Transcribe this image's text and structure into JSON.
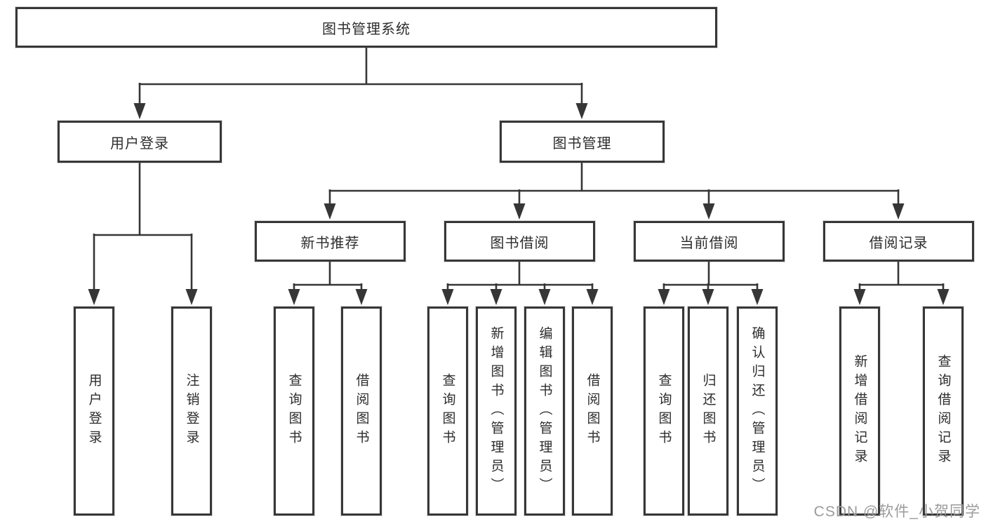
{
  "diagram": {
    "root": {
      "label": "图书管理系统"
    },
    "level2": [
      {
        "label": "用户登录"
      },
      {
        "label": "图书管理"
      }
    ],
    "level3": [
      {
        "label": "新书推荐"
      },
      {
        "label": "图书借阅"
      },
      {
        "label": "当前借阅"
      },
      {
        "label": "借阅记录"
      }
    ],
    "leaves": {
      "user_login": [
        "用户登录",
        "注销登录"
      ],
      "new_book_recommend": [
        "查询图书",
        "借阅图书"
      ],
      "book_borrow": [
        "查询图书",
        "新增图书（管理员）",
        "编辑图书（管理员）",
        "借阅图书"
      ],
      "current_borrow": [
        "查询图书",
        "归还图书",
        "确认归还（管理员）"
      ],
      "borrow_records": [
        "新增借阅记录",
        "查询借阅记录"
      ]
    },
    "colors": {
      "line": "#363636",
      "text": "#2d2d2d",
      "background": "#ffffff",
      "watermark": "#9b9b9b"
    }
  },
  "watermark": {
    "text": "CSDN @软件_小贺同学"
  }
}
